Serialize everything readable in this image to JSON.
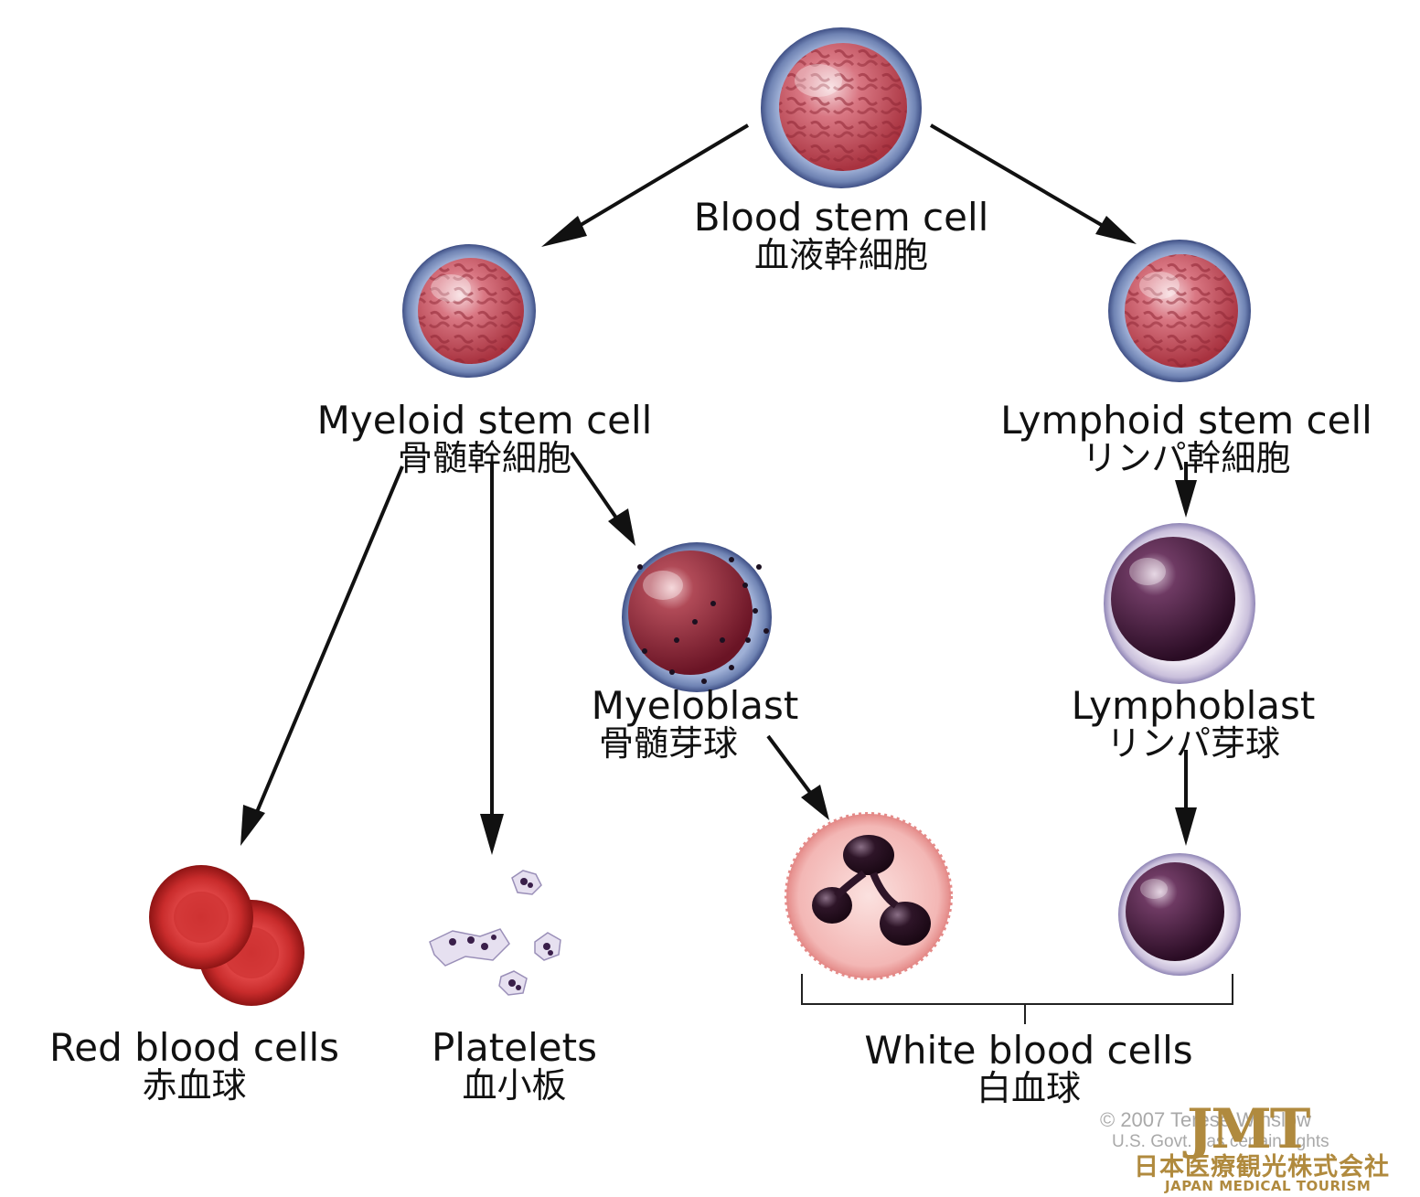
{
  "nodes": {
    "blood_stem": {
      "en": "Blood stem cell",
      "ja": "血液幹細胞"
    },
    "myeloid_stem": {
      "en": "Myeloid stem cell",
      "ja": "骨髄幹細胞"
    },
    "lymphoid_stem": {
      "en": "Lymphoid stem cell",
      "ja": "リンパ幹細胞"
    },
    "myeloblast": {
      "en": "Myeloblast",
      "ja": "骨髄芽球"
    },
    "lymphoblast": {
      "en": "Lymphoblast",
      "ja": "リンパ芽球"
    },
    "red_blood_cells": {
      "en": "Red blood cells",
      "ja": "赤血球"
    },
    "platelets": {
      "en": "Platelets",
      "ja": "血小板"
    },
    "white_blood_cells": {
      "en": "White blood cells",
      "ja": "白血球"
    }
  },
  "credit": {
    "line1": "© 2007 Terese Winslow",
    "line2": "U.S. Govt. has certain rights"
  },
  "logo": {
    "mark": "JMT",
    "ja": "日本医療観光株式会社",
    "en": "JAPAN MEDICAL TOURISM"
  },
  "colors": {
    "stem_nucleus": "#c9525e",
    "stem_membrane": "#6f83b3",
    "blast_nucleus": "#8a2233",
    "lymph_nucleus": "#4a1a3a",
    "red_cell": "#d63a3a",
    "neutrophil_cytoplasm": "#f3b7b5",
    "arrow": "#111111",
    "logo_gold": "#b08a3e"
  }
}
